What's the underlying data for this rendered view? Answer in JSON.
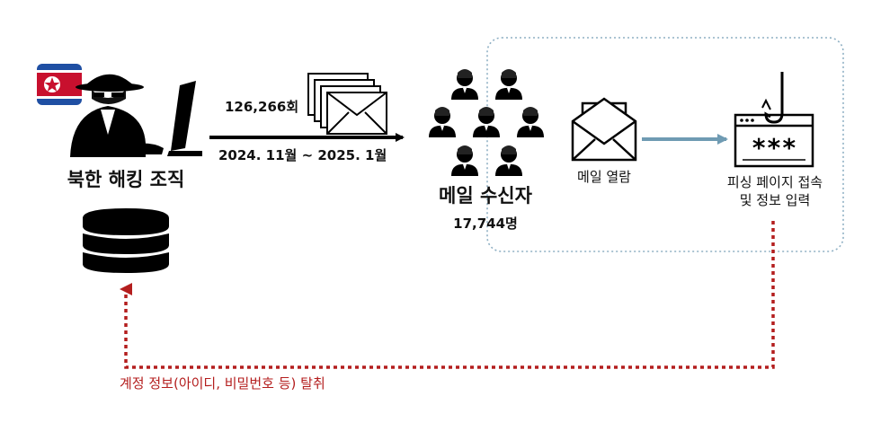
{
  "hacker": {
    "label": "북한 해킹 조직",
    "icon": "hacker-icon",
    "flag_icon": "north-korea-flag-icon"
  },
  "campaign": {
    "count_label": "126,266회",
    "period_label": "2024. 11월 ~ 2025. 1월"
  },
  "recipients": {
    "label": "메일 수신자",
    "count_label": "17,744명",
    "icon": "people-icon"
  },
  "mail_open": {
    "label": "메일 열람",
    "icon": "open-envelope-icon"
  },
  "phishing": {
    "line1": "피싱 페이지 접속",
    "line2": "및 정보 입력",
    "icon": "phishing-page-icon"
  },
  "stolen": {
    "label": "계정 정보(아이디, 비밀번호 등) 탈취"
  },
  "colors": {
    "main_arrow": "#000000",
    "open_arrow": "#6f9bb3",
    "stolen_path": "#b41e1e",
    "dotted_box": "#8fb0c4",
    "flag_red": "#c8102e",
    "flag_blue": "#1f4fa3"
  }
}
